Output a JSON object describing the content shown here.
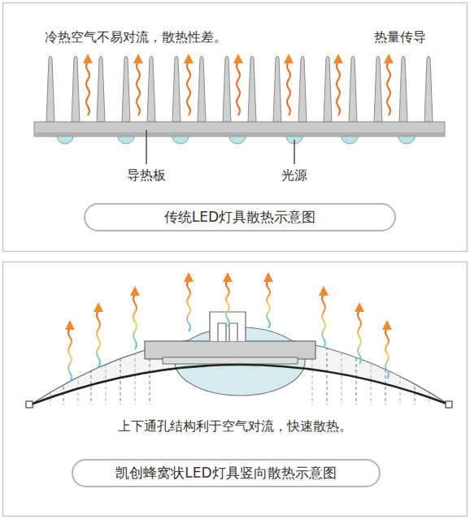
{
  "diagram": {
    "nodes": [
      {
        "text": [
          "传统LED灯具散热示意图"
        ]
      },
      {
        "text": [
          "凯创蜂窝状LED灯具竖向散热示意图"
        ]
      }
    ],
    "labels": [
      "冷热空气不易对流，散热性差。",
      "热量传导",
      "导热板",
      "光源",
      "上下通孔结构利于空气对流，快速散热。"
    ]
  }
}
